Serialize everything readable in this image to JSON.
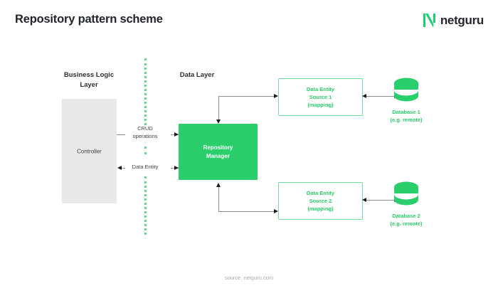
{
  "header": {
    "title": "Repository pattern scheme",
    "brand": {
      "wordmark": "netguru",
      "mark_icon": "netguru-n-monogram-icon",
      "mark_color": "#15d06b"
    }
  },
  "diagram": {
    "layers": [
      {
        "id": "business-logic",
        "label": "Business Logic\nLayer"
      },
      {
        "id": "data-layer",
        "label": "Data Layer"
      }
    ],
    "divider": {
      "style": "dotted",
      "color": "#63d98f",
      "orientation": "vertical"
    },
    "nodes": {
      "controller": {
        "label": "Controller",
        "fill": "#e9e9e9",
        "text_color": "#3b3e43"
      },
      "repository_manager": {
        "label": "Repository\nManager",
        "fill": "#2ace6b",
        "text_color": "#ffffff"
      },
      "source1": {
        "label": "Data Entity\nSource 1\n(mapping)",
        "fill": "#ffffff",
        "border_color": "#6fe0a0",
        "text_color": "#2ace6b"
      },
      "source2": {
        "label": "Data Entity\nSource 2\n(mapping)",
        "fill": "#ffffff",
        "border_color": "#6fe0a0",
        "text_color": "#2ace6b"
      },
      "database1": {
        "label": "Database 1\n(e.g. remote)",
        "icon": "database-cylinder-icon",
        "color": "#2ace6b"
      },
      "database2": {
        "label": "Database 2\n(e.g. remote)",
        "icon": "database-cylinder-icon",
        "color": "#2ace6b"
      }
    },
    "edges": {
      "crud": {
        "label": "CRUD\noperations",
        "direction": "controller-to-repository"
      },
      "data_entity": {
        "label": "Data Entity",
        "direction": "repository-to-controller"
      }
    }
  },
  "footer": {
    "source": "source: netguru.com"
  }
}
